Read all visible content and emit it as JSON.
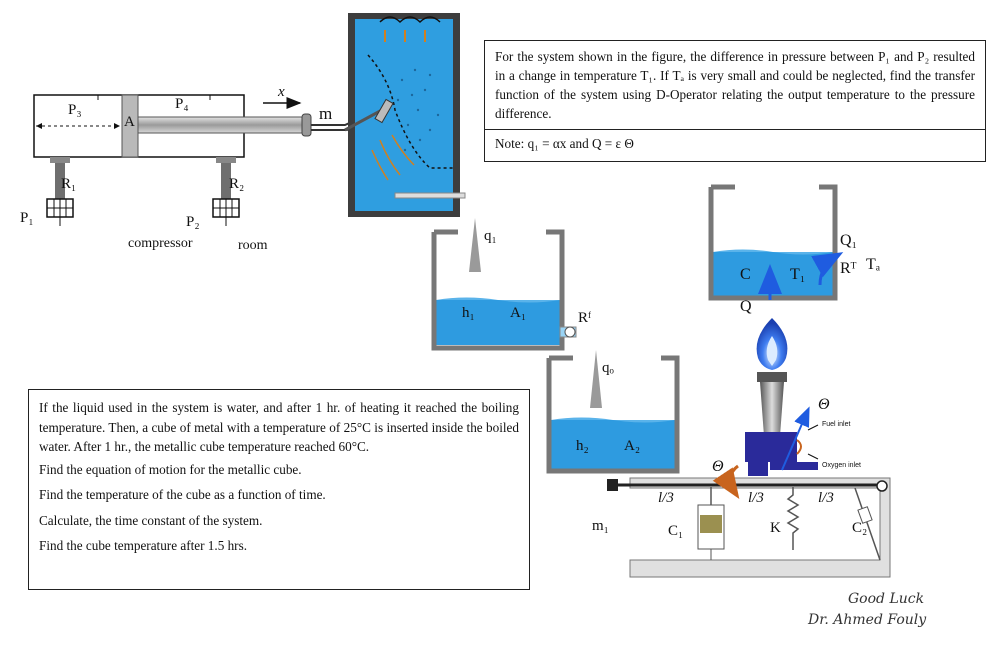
{
  "problem1": {
    "text": "For the system shown in the figure, the difference in pressure between P₁ and P₂ resulted in a change in temperature T₁. If Tₐ is very small and could be neglected, find the transfer function of the system using D-Operator relating the output temperature to the pressure difference.",
    "note": "Note: q₁ = αx and Q = ε Θ"
  },
  "problem2": {
    "intro": "If the liquid used in the system is water, and after 1 hr. of heating it reached the boiling temperature. Then, a cube of metal with a temperature of 25°C is inserted inside the boiled water. After 1 hr., the metallic cube temperature reached 60°C.",
    "questions": [
      "Find the equation of motion for the metallic cube.",
      "Find the temperature of the cube as a function of time.",
      "Calculate, the time constant of the system.",
      "Find the cube temperature after 1.5 hrs."
    ]
  },
  "signature": {
    "line1": "Good Luck",
    "line2": "Dr. Ahmed Fouly"
  },
  "labels": {
    "P3": "P₃",
    "P4": "P₄",
    "A": "A",
    "x": "x",
    "m": "m",
    "R1": "R₁",
    "R2": "R₂",
    "P1": "P₁",
    "P2": "P₂",
    "compressor": "compressor",
    "room": "room",
    "q1": "q₁",
    "h1": "h₁",
    "A1": "A₁",
    "Rf": "Rᶠ",
    "qo": "qₒ",
    "h2": "h₂",
    "A2": "A₂",
    "C": "C",
    "T1": "T₁",
    "Q1": "Q₁",
    "RT": "Rᵀ",
    "Ta": "Tₐ",
    "Q": "Q",
    "theta_top": "Θ",
    "theta_left": "Θ",
    "l3a": "l/3",
    "l3b": "l/3",
    "l3c": "l/3",
    "m1": "m₁",
    "C1": "C₁",
    "K": "K",
    "C2": "C₂",
    "fuel_inlet": "Fuel inlet",
    "oxygen_inlet": "Oxygen inlet"
  },
  "colors": {
    "water": "#2e9be0",
    "water_light": "#7cc8f0",
    "cyl_blue": "#1d7fd0",
    "burner": "#2a2a9a",
    "arrow_blue": "#1f5ce0",
    "arrow_orange": "#c8641e"
  }
}
